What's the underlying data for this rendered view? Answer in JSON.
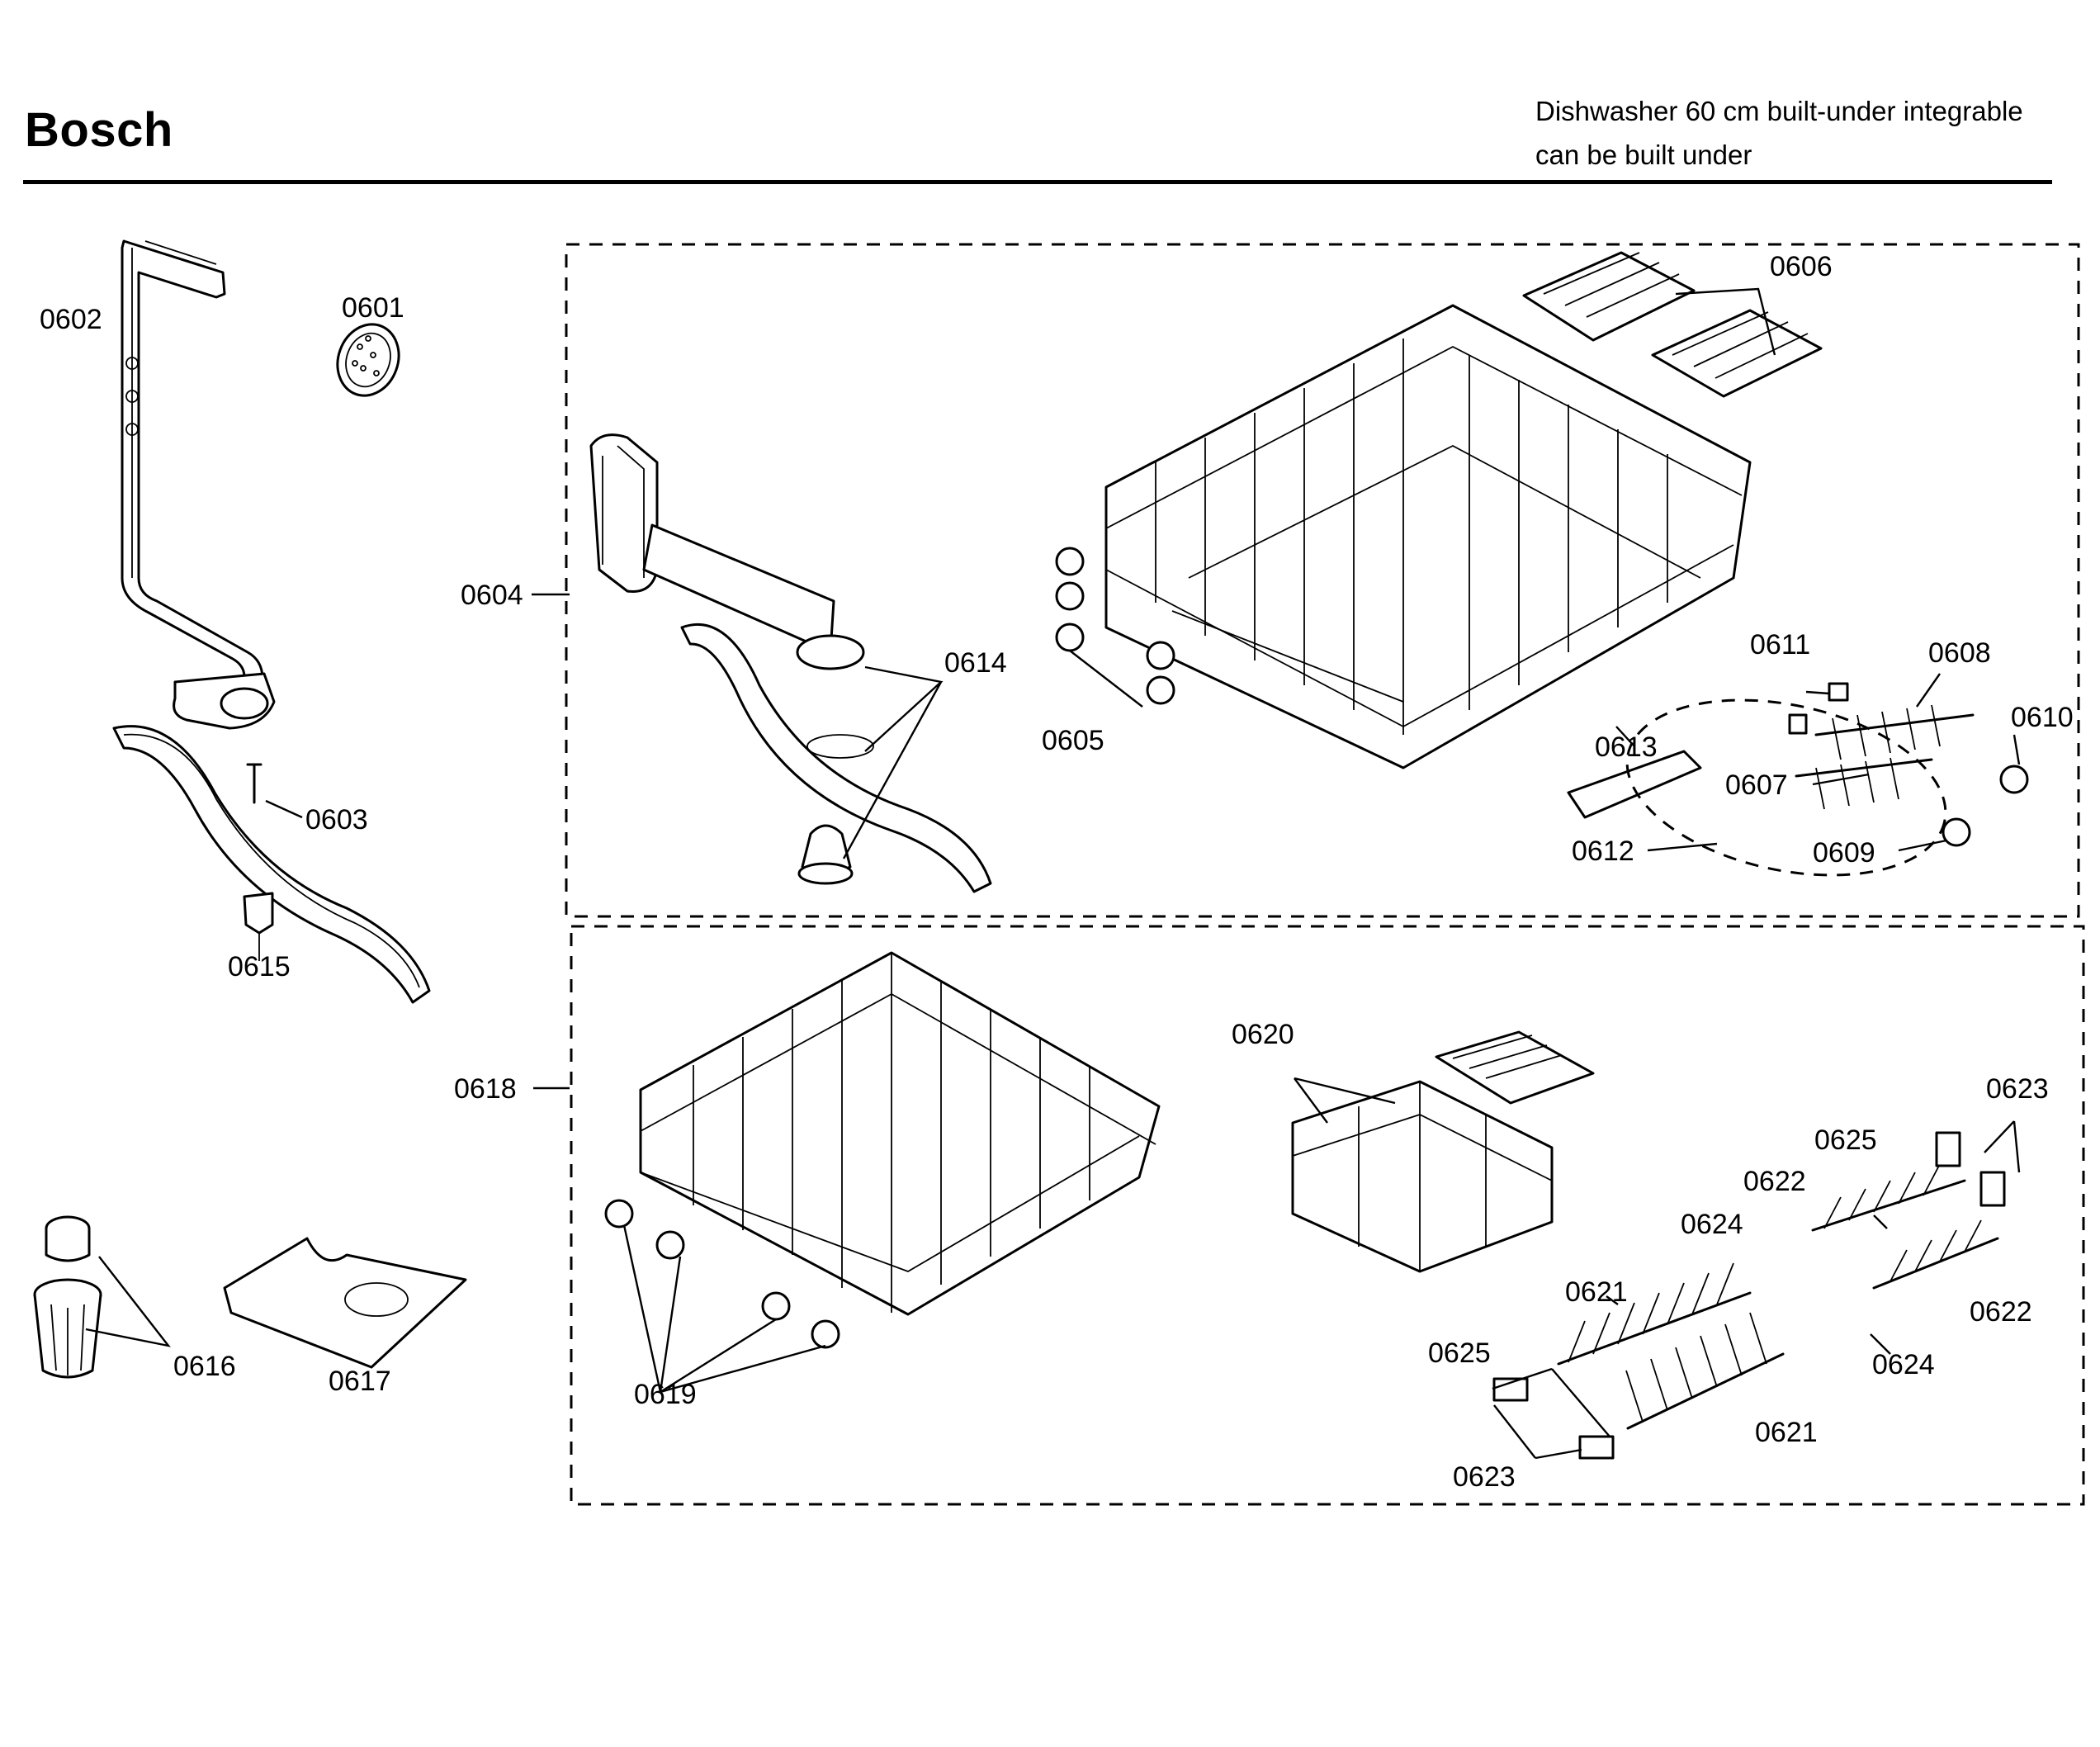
{
  "header": {
    "brand": "Bosch",
    "description_line1": "Dishwasher 60 cm built-under integrable",
    "description_line2": "can be built under"
  },
  "part_labels": {
    "p0601": "0601",
    "p0602": "0602",
    "p0603": "0603",
    "p0604": "0604",
    "p0605": "0605",
    "p0606": "0606",
    "p0607": "0607",
    "p0608": "0608",
    "p0609": "0609",
    "p0610": "0610",
    "p0611": "0611",
    "p0612": "0612",
    "p0613": "0613",
    "p0614": "0614",
    "p0615": "0615",
    "p0616": "0616",
    "p0617": "0617",
    "p0618": "0618",
    "p0619": "0619",
    "p0620": "0620",
    "p0621": "0621",
    "p0622": "0622",
    "p0623": "0623",
    "p0624": "0624",
    "p0625": "0625"
  }
}
